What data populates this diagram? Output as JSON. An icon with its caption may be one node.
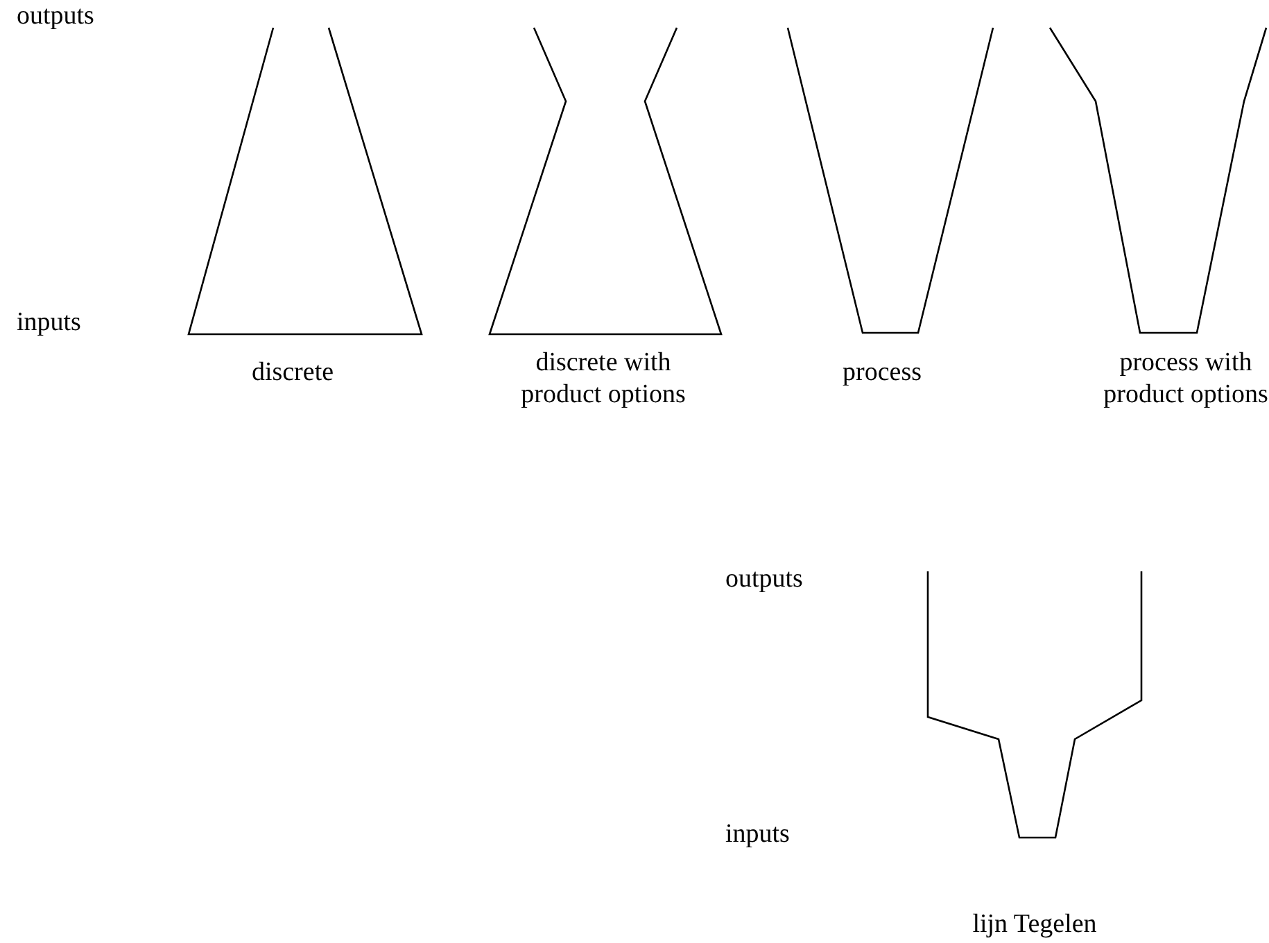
{
  "diagram": {
    "labels": [
      "outputs",
      "inputs",
      "discrete",
      "discrete with product options",
      "process",
      "process with product options",
      "outputs",
      "inputs",
      "lijn Tegelen"
    ]
  }
}
